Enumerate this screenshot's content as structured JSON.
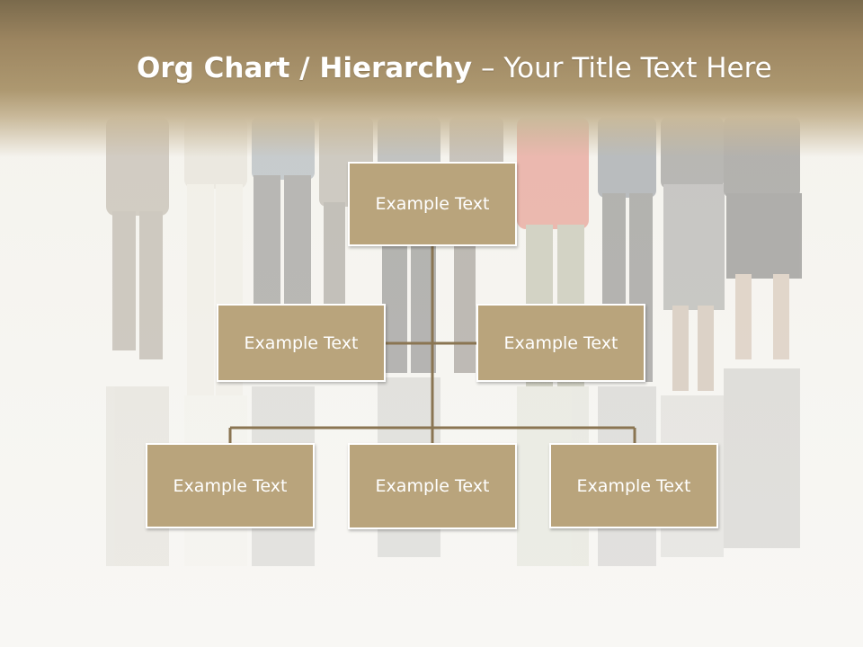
{
  "slide": {
    "title_bold": "Org Chart / Hierarchy",
    "title_rest": " – Your Title Text Here"
  },
  "org_chart": {
    "top": {
      "label": "Example Text"
    },
    "middle": [
      {
        "label": "Example Text"
      },
      {
        "label": "Example Text"
      }
    ],
    "bottom": [
      {
        "label": "Example Text"
      },
      {
        "label": "Example Text"
      },
      {
        "label": "Example Text"
      }
    ]
  },
  "colors": {
    "box_fill": "#b9a47c",
    "box_border": "#ffffff",
    "connector": "#8a7552",
    "header_top": "#7a6a4c",
    "header_bottom": "#ad9870"
  },
  "background_image": "group-of-people-standing-photo"
}
